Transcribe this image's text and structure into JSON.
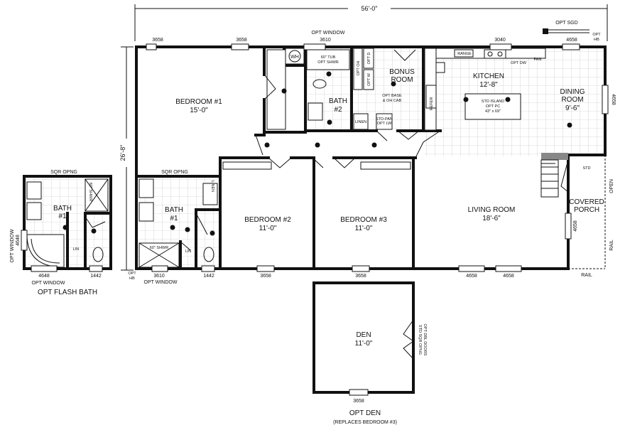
{
  "dimensions": {
    "overall_width": "56'-0\"",
    "overall_depth": "26'-8\""
  },
  "rooms": {
    "bedroom1": {
      "name": "BEDROOM #1",
      "size": "15'-0\""
    },
    "bedroom2": {
      "name": "BEDROOM #2",
      "size": "11'-0\""
    },
    "bedroom3": {
      "name": "BEDROOM #3",
      "size": "11'-0\""
    },
    "bath1": {
      "name": "BATH",
      "num": "#1"
    },
    "bath2": {
      "name": "BATH",
      "num": "#2"
    },
    "bonus": {
      "line1": "BONUS",
      "line2": "ROOM"
    },
    "kitchen": {
      "name": "KITCHEN",
      "size": "12'-8\""
    },
    "dining": {
      "line1": "DINING",
      "line2": "ROOM",
      "size": "9'-6\""
    },
    "living": {
      "name": "LIVING ROOM",
      "size": "18'-6\""
    },
    "porch": {
      "line1": "COVERED",
      "line2": "PORCH"
    },
    "flash_bath": {
      "name": "BATH",
      "num": "#1"
    },
    "den": {
      "name": "DEN",
      "size": "11'-0\""
    }
  },
  "windows": {
    "top_b1_a": "3658",
    "top_b1_b": "3658",
    "top_bath2": "3610",
    "top_kitchen": "3040",
    "top_dining": "4658",
    "right_dining": "4658",
    "porch_side": "4658",
    "bot_bath1": "3610",
    "bot_bath1_b": "1442",
    "bot_b2": "3658",
    "bot_b3": "3658",
    "bot_lr_a": "4658",
    "bot_lr_b": "4658",
    "flash_bot": "4648",
    "flash_bot_b": "1442",
    "flash_side": "4648",
    "den_bot": "3658"
  },
  "notes": {
    "opt_window_top": "OPT WINDOW",
    "opt_sgd": "OPT SGD",
    "opt_hb_top": "OPT\nHB",
    "opt_hb_bot": "OPT\nHB",
    "opt_window_bot": "OPT WINDOW",
    "opt_window_flash": "OPT WINDOW",
    "opt_window_flash_side": "OPT WINDOW",
    "sqr_opng_a": "SQR OPNG",
    "sqr_opng_b": "SQR OPNG",
    "wh": "WH",
    "tub1": "60\" TUB",
    "tub2": "OPT SHWR",
    "shwr": "60\" SHWR",
    "shwr_flash": "60\" SHWR",
    "opt_oh": "OPT OH",
    "opt_d": "OPT D",
    "opt_w": "OPT W",
    "opt_base1": "OPT BASE",
    "opt_base2": "& OH CAB",
    "std_pan1": "STD-PAN",
    "std_pan2": "OPT LW",
    "linen": "LINEN",
    "linen_b": "LINEN",
    "lin": "LIN",
    "lin_flash": "LIN",
    "refer": "REFER",
    "range": "RANGE",
    "opt_dw": "OPT DW",
    "pan": "PAN",
    "island1": "STD ISLAND",
    "island2": "OPT PC",
    "island3": "43\" x 69\"",
    "std": "STD",
    "open": "OPEN",
    "rail_side": "RAIL",
    "rail_bot": "RAIL",
    "den_door1": "STD SQR OPNG",
    "den_door2": "OPT DBL DOORS"
  },
  "titles": {
    "flash": "OPT FLASH BATH",
    "den1": "OPT DEN",
    "den2": "(REPLACES BEDROOM #3)"
  }
}
